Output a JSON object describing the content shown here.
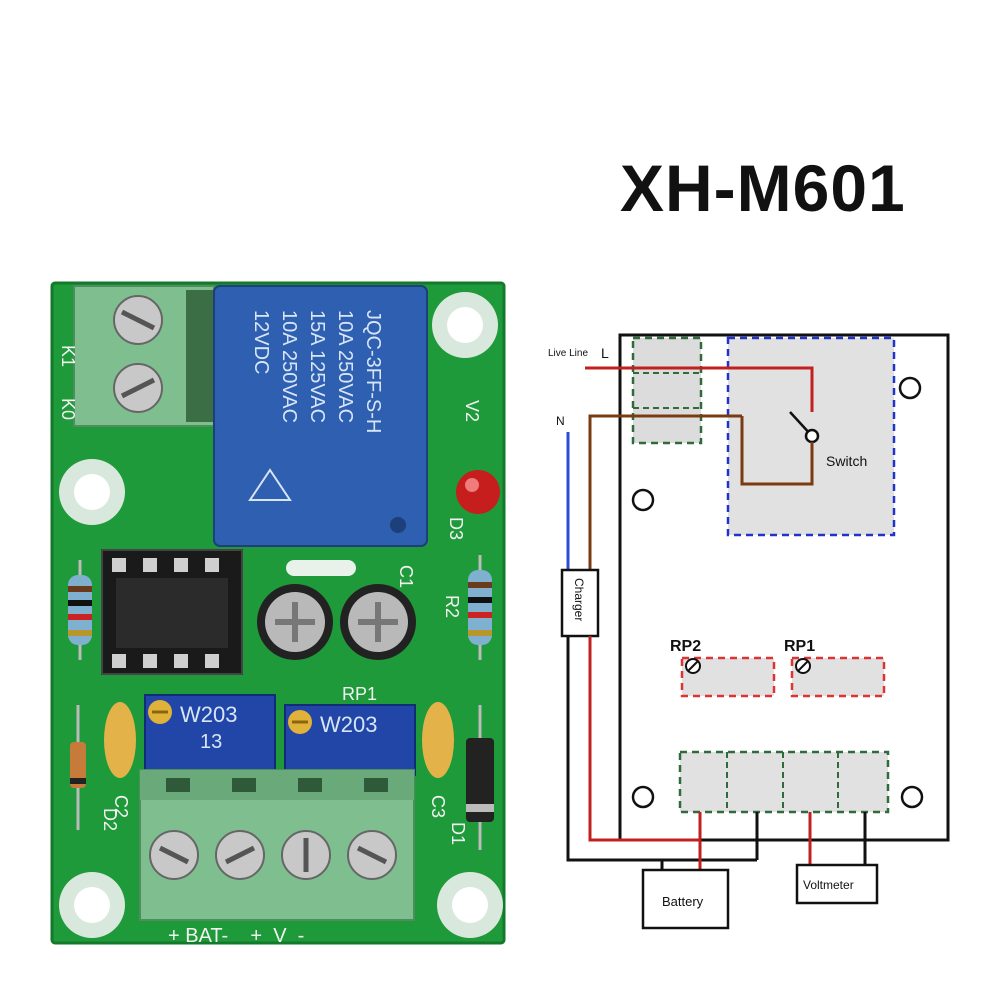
{
  "title": "XH-M601",
  "colors": {
    "pcb": "#1f9a3a",
    "pcb_dark": "#137a2b",
    "terminal": "#7fbf8f",
    "relay": "#2f5fb0",
    "trimmer": "#2146a8",
    "wire_live": "#c21f1f",
    "wire_neutral": "#2a4fd6",
    "wire_brown": "#7a3b12",
    "box_green": "#2f6b3b",
    "box_blue": "#2233cc",
    "box_red": "#d33"
  },
  "board": {
    "relay_lines": [
      "12VDC",
      "10A 250VAC",
      "15A 125VAC",
      "10A 250VAC",
      "JQC-3FF-S-H"
    ],
    "labels": {
      "k1": "K1",
      "k0": "K0",
      "v2": "V2",
      "d3": "D3",
      "c1": "C1",
      "r2": "R2",
      "rp1": "RP1",
      "w203_a": "W203",
      "w203_a_sub": "13",
      "w203_b": "W203",
      "c2": "C2",
      "d2": "D2",
      "c3": "C3",
      "d1": "D1",
      "bottom": "+ BAT-    +  V  -"
    }
  },
  "diagram": {
    "live_line": "Live Line",
    "live_line_letter": "L",
    "neutral": "N",
    "switch": "Switch",
    "charger": "Charger",
    "rp2": "RP2",
    "rp1": "RP1",
    "battery": "Battery",
    "voltmeter": "Voltmeter"
  }
}
